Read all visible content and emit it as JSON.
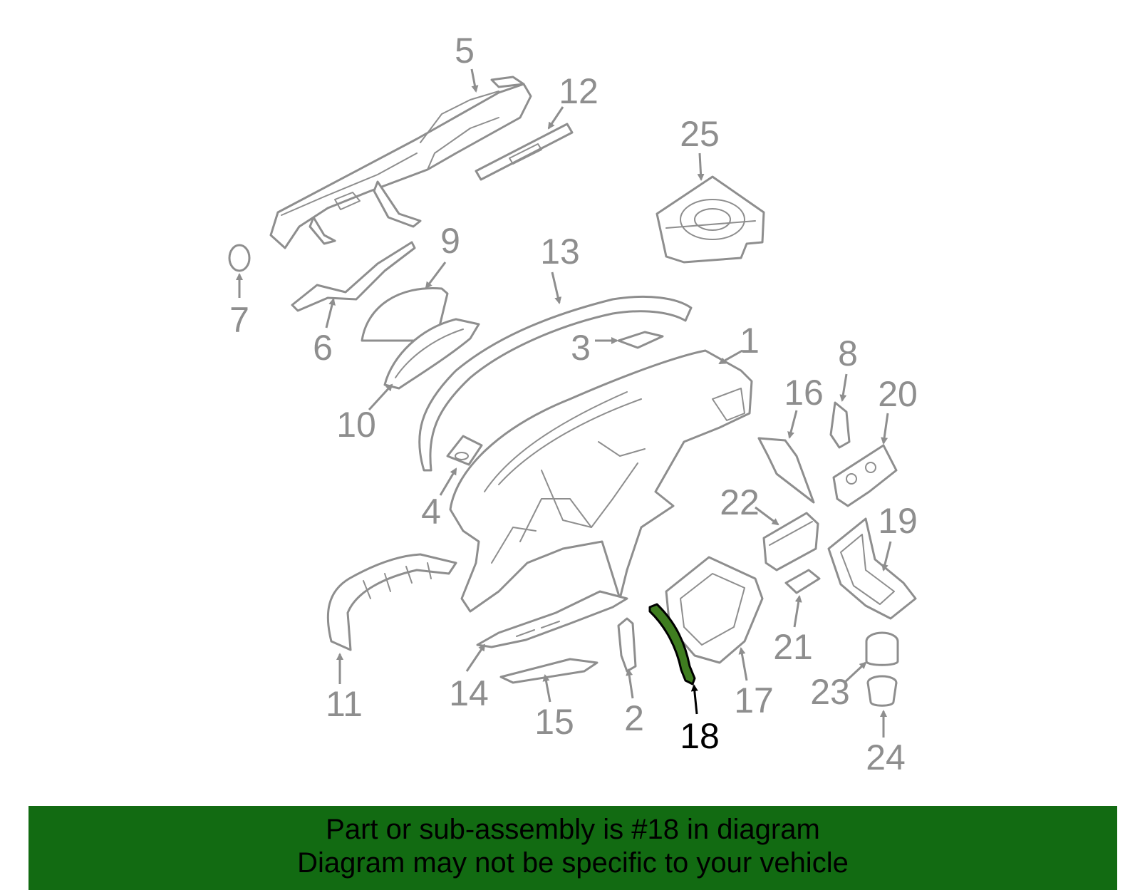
{
  "diagram": {
    "highlighted_part": "18",
    "callouts": [
      "1",
      "2",
      "3",
      "4",
      "5",
      "6",
      "7",
      "8",
      "9",
      "10",
      "11",
      "12",
      "13",
      "14",
      "15",
      "16",
      "17",
      "18",
      "19",
      "20",
      "21",
      "22",
      "23",
      "24",
      "25"
    ],
    "colors": {
      "part_line": "#8e8e8e",
      "highlight": "#3f7d20",
      "banner": "#126b12"
    }
  },
  "banner": {
    "line1": "Part or sub-assembly is #18 in diagram",
    "line2": "Diagram may not be specific to your vehicle"
  }
}
